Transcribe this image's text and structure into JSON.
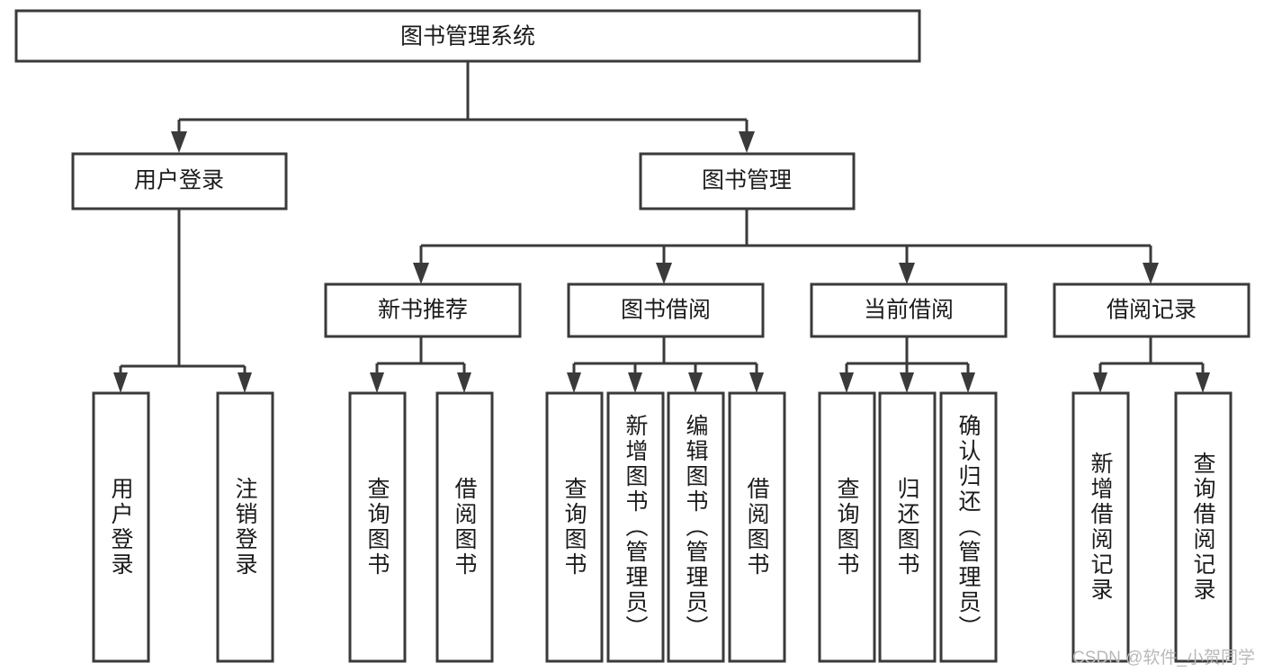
{
  "diagram": {
    "title": "图书管理系统",
    "type": "tree-hierarchy-diagram",
    "orientation": "top-down",
    "colors": {
      "box_fill": "#ffffff",
      "box_stroke": "#3a3a3a",
      "text": "#1b1b1b",
      "background": "#ffffff",
      "watermark": "#b9b9b9"
    },
    "root": {
      "label": "图书管理系统"
    },
    "level2": [
      {
        "label": "用户登录"
      },
      {
        "label": "图书管理"
      }
    ],
    "level3": [
      {
        "label": "新书推荐"
      },
      {
        "label": "图书借阅"
      },
      {
        "label": "当前借阅"
      },
      {
        "label": "借阅记录"
      }
    ],
    "leaves": {
      "user_login": [
        {
          "label": "用户登录"
        },
        {
          "label": "注销登录"
        }
      ],
      "new_book_recommend": [
        {
          "label": "查询图书"
        },
        {
          "label": "借阅图书"
        }
      ],
      "book_borrow": [
        {
          "label": "查询图书"
        },
        {
          "label": "新增图书（管理员）"
        },
        {
          "label": "编辑图书（管理员）"
        },
        {
          "label": "借阅图书"
        }
      ],
      "current_borrow": [
        {
          "label": "查询图书"
        },
        {
          "label": "归还图书"
        },
        {
          "label": "确认归还（管理员）"
        }
      ],
      "borrow_record": [
        {
          "label": "新增借阅记录"
        },
        {
          "label": "查询借阅记录"
        }
      ]
    }
  },
  "watermark": {
    "text": "CSDN @软件_小贺同学"
  }
}
